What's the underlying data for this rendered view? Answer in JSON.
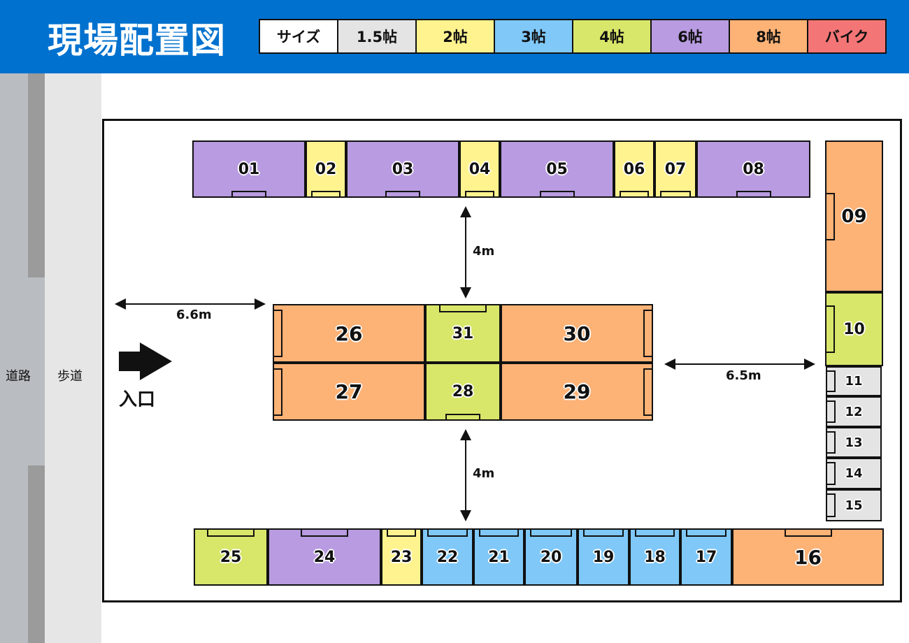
{
  "header": {
    "title": "現場配置図"
  },
  "legend": [
    {
      "label": "サイズ",
      "color": "#ffffff"
    },
    {
      "label": "1.5帖",
      "color": "#e4e4e4"
    },
    {
      "label": "2帖",
      "color": "#fff38f"
    },
    {
      "label": "3帖",
      "color": "#7fc8f8"
    },
    {
      "label": "4帖",
      "color": "#d8e66a"
    },
    {
      "label": "6帖",
      "color": "#b89be0"
    },
    {
      "label": "8帖",
      "color": "#fdb276"
    },
    {
      "label": "バイク",
      "color": "#f47575"
    }
  ],
  "street": {
    "road": "道路",
    "sidewalk": "歩道",
    "entrance": "入口"
  },
  "dimensions": {
    "entrance_gap": "6.6m",
    "right_gap": "6.5m",
    "top_gap": "4m",
    "bottom_gap": "4m"
  },
  "units": [
    {
      "id": "01",
      "size": "6帖"
    },
    {
      "id": "02",
      "size": "2帖"
    },
    {
      "id": "03",
      "size": "6帖"
    },
    {
      "id": "04",
      "size": "2帖"
    },
    {
      "id": "05",
      "size": "6帖"
    },
    {
      "id": "06",
      "size": "2帖"
    },
    {
      "id": "07",
      "size": "2帖"
    },
    {
      "id": "08",
      "size": "6帖"
    },
    {
      "id": "09",
      "size": "8帖"
    },
    {
      "id": "10",
      "size": "4帖"
    },
    {
      "id": "11",
      "size": "1.5帖"
    },
    {
      "id": "12",
      "size": "1.5帖"
    },
    {
      "id": "13",
      "size": "1.5帖"
    },
    {
      "id": "14",
      "size": "1.5帖"
    },
    {
      "id": "15",
      "size": "1.5帖"
    },
    {
      "id": "16",
      "size": "8帖"
    },
    {
      "id": "17",
      "size": "3帖"
    },
    {
      "id": "18",
      "size": "3帖"
    },
    {
      "id": "19",
      "size": "3帖"
    },
    {
      "id": "20",
      "size": "3帖"
    },
    {
      "id": "21",
      "size": "3帖"
    },
    {
      "id": "22",
      "size": "3帖"
    },
    {
      "id": "23",
      "size": "2帖"
    },
    {
      "id": "24",
      "size": "6帖"
    },
    {
      "id": "25",
      "size": "4帖"
    },
    {
      "id": "26",
      "size": "8帖"
    },
    {
      "id": "27",
      "size": "8帖"
    },
    {
      "id": "28",
      "size": "4帖"
    },
    {
      "id": "29",
      "size": "8帖"
    },
    {
      "id": "30",
      "size": "8帖"
    },
    {
      "id": "31",
      "size": "4帖"
    }
  ]
}
